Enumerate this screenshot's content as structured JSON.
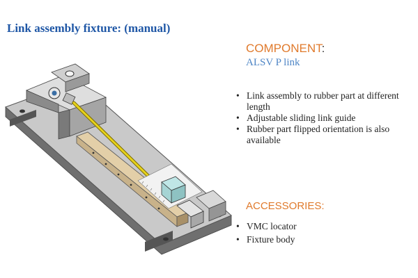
{
  "title": "Link assembly  fixture: (manual)",
  "component": {
    "heading": "COMPONENT",
    "colon": ":",
    "name": "ALSV P link"
  },
  "features": [
    "Link assembly  to rubber part at different length",
    "Adjustable sliding link guide",
    "Rubber part flipped orientation  is also available"
  ],
  "accessories": {
    "heading": "ACCESSORIES:",
    "items": [
      "VMC locator",
      "Fixture body"
    ]
  },
  "colors": {
    "title": "#1f57a6",
    "heading_orange": "#e07a2c",
    "component_blue": "#4f86c6",
    "link_rod_yellow": "#e6d21c",
    "slide_cyan": "#bfe6e6"
  }
}
